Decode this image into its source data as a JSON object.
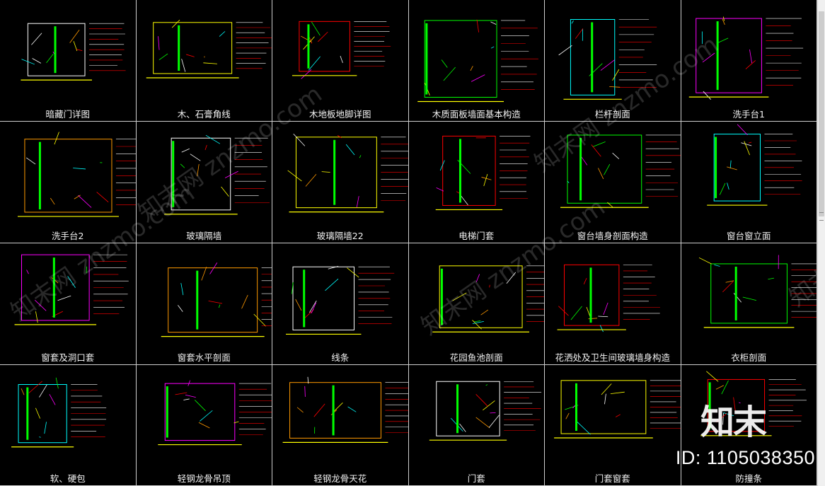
{
  "thumbnails": [
    {
      "caption": "暗藏门详图"
    },
    {
      "caption": "木、石膏角线"
    },
    {
      "caption": "木地板地脚详图"
    },
    {
      "caption": "木质面板墙面基本构造"
    },
    {
      "caption": "栏杆剖面"
    },
    {
      "caption": "洗手台1"
    },
    {
      "caption": "洗手台2"
    },
    {
      "caption": "玻璃隔墙"
    },
    {
      "caption": "玻璃隔墙22"
    },
    {
      "caption": "电梯门套"
    },
    {
      "caption": "窗台墙身剖面构造"
    },
    {
      "caption": "窗台窗立面"
    },
    {
      "caption": "窗套及洞口套"
    },
    {
      "caption": "窗套水平剖面"
    },
    {
      "caption": "线条"
    },
    {
      "caption": "花园鱼池剖面"
    },
    {
      "caption": "花洒处及卫生间玻璃墙身构造"
    },
    {
      "caption": "衣柜剖面"
    },
    {
      "caption": "软、硬包"
    },
    {
      "caption": "轻钢龙骨吊顶"
    },
    {
      "caption": "轻钢龙骨天花"
    },
    {
      "caption": "门套"
    },
    {
      "caption": "门套窗套"
    },
    {
      "caption": "防撞条"
    }
  ],
  "watermark": {
    "logo_text": "知末",
    "id_text": "ID: 1105038350",
    "faint_text": "知末网 znzmo.com"
  },
  "colors": {
    "background": "#000000",
    "grid_line": "#cfcfcf",
    "caption": "#f2f2f2",
    "cad_palette": [
      "#ffffff",
      "#ffff00",
      "#ff0000",
      "#00ff00",
      "#00ffff",
      "#ff00ff",
      "#ff9900"
    ]
  }
}
